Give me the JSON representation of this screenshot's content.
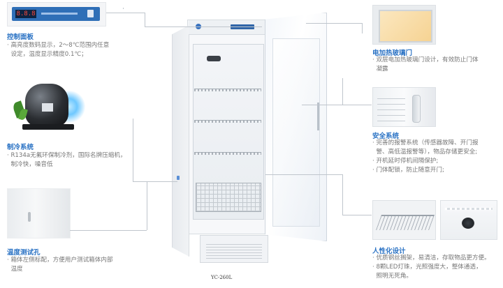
{
  "panel": {
    "title": "控制面板",
    "bullets": [
      "· 高亮度数码显示，2～8℃范围内任意",
      "  设定，温度显示精度0.1℃；"
    ],
    "display_text": "8.8.8"
  },
  "cooling": {
    "title": "制冷系统",
    "bullets": [
      "· R134a无氟环保制冷剂，国际名牌压缩机，",
      "  制冷快，噪音低"
    ]
  },
  "test_hole": {
    "title": "温度测试孔",
    "bullets": [
      "· 箱体左侧标配，方便用户测试箱体内部",
      "  温度"
    ]
  },
  "glass_door": {
    "title": "电加热玻璃门",
    "bullets": [
      "· 双层电加热玻璃门设计，有效防止门体",
      "  凝露"
    ]
  },
  "safety": {
    "title": "安全系统",
    "bullets": [
      "· 完善的报警系统（传感器故障、开门报",
      "  警、高低温报警等），物品存储更安全;",
      "· 开机延时停机间隔保护;",
      "· 门体配锁，防止随意开门;"
    ]
  },
  "design": {
    "title": "人性化设计",
    "bullets": [
      "· 优质钢丝搁架，易清洁，存取物品更方便。",
      "· 8颗LED灯珠，光照强度大，整体通透，",
      "  照明无死角。"
    ]
  },
  "model": "YC-260L",
  "colors": {
    "accent": "#2a72c4",
    "fridge_body": "#f4f6f8",
    "frame": "#d8dde2"
  }
}
